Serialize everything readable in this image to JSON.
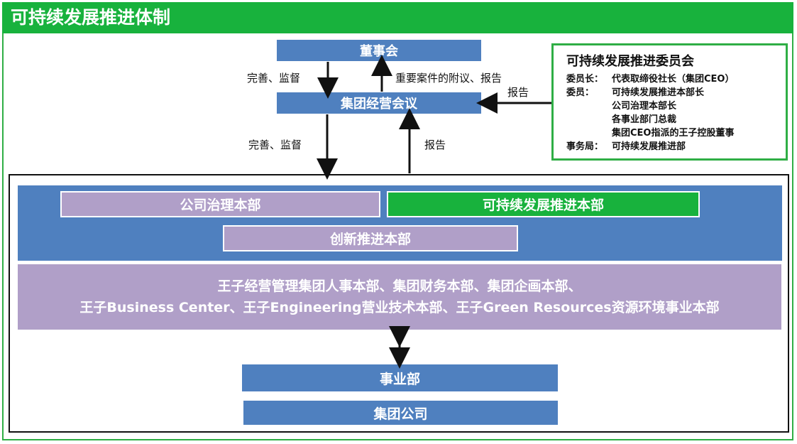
{
  "header": {
    "title": "可持续发展推进体制"
  },
  "top": {
    "board": "董事会",
    "exec_meeting": "集团经营会议",
    "label_improve_top": "完善、监督",
    "label_proposal": "重要案件的附议、报告",
    "label_report_right": "报告",
    "label_improve_bottom": "完善、监督",
    "label_report_bottom": "报告"
  },
  "committee": {
    "title": "可持续发展推进委员会",
    "rows": [
      {
        "key": "委员长：",
        "value": "代表取缔役社长（集团CEO）"
      },
      {
        "key": "委员：",
        "value": "可持续发展推进本部长"
      },
      {
        "key": "",
        "value": "公司治理本部长"
      },
      {
        "key": "",
        "value": "各事业部门总裁"
      },
      {
        "key": "",
        "value": "集团CEO指派的王子控股董事"
      },
      {
        "key": "事务局：",
        "value": "可持续发展推进部"
      }
    ]
  },
  "org": {
    "governance": "公司治理本部",
    "sustainability": "可持续发展推进本部",
    "innovation": "创新推进本部",
    "wide_line1": "王子经营管理集团人事本部、集团财务本部、集团企画本部、",
    "wide_line2": "王子Business Center、王子Engineering营业技术本部、王子Green Resources资源环境事业本部",
    "division": "事业部",
    "group_company": "集团公司"
  },
  "colors": {
    "green": "#18b23d",
    "blue": "#4f80bf",
    "purple": "#b09fc8",
    "outline": "#111111"
  }
}
